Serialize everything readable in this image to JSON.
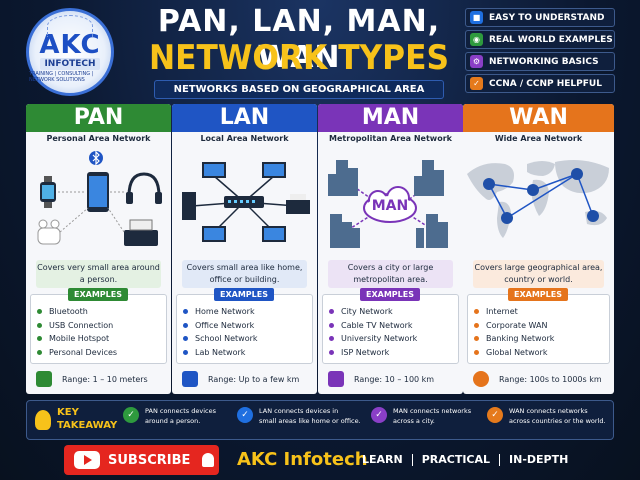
{
  "logo": {
    "brand": "AKC",
    "name": "INFOTECH",
    "tagline": "TRAINING | CONSULTING | NETWORK SOLUTIONS"
  },
  "header": {
    "title_line1": "PAN, LAN, MAN, WAN",
    "title_line2": "NETWORK TYPES",
    "subtitle": "NETWORKS BASED ON GEOGRAPHICAL AREA"
  },
  "badges": [
    {
      "label": "EASY TO UNDERSTAND",
      "icon": "book-icon",
      "color": "#1f6fe0"
    },
    {
      "label": "REAL WORLD EXAMPLES",
      "icon": "globe-icon",
      "color": "#2e9a3e"
    },
    {
      "label": "NETWORKING BASICS",
      "icon": "gear-icon",
      "color": "#8a3fc7"
    },
    {
      "label": "CCNA / CCNP HELPFUL",
      "icon": "check-icon",
      "color": "#e57a1c"
    }
  ],
  "columns": [
    {
      "name": "PAN",
      "full": "Personal Area Network",
      "color": "#2e8a34",
      "light": "#e4f1e3",
      "desc": "Covers very small area around a person.",
      "examples_label": "EXAMPLES",
      "examples": [
        "Bluetooth",
        "USB Connection",
        "Mobile Hotspot",
        "Personal Devices"
      ],
      "range": "Range: 1 – 10 meters",
      "range_icon": "person-icon"
    },
    {
      "name": "LAN",
      "full": "Local Area Network",
      "color": "#1f55c4",
      "light": "#e1e9f7",
      "desc": "Covers small area like home, office or building.",
      "examples_label": "EXAMPLES",
      "examples": [
        "Home Network",
        "Office Network",
        "School Network",
        "Lab Network"
      ],
      "range": "Range: Up to a few km",
      "range_icon": "building-icon"
    },
    {
      "name": "MAN",
      "full": "Metropolitan Area Network",
      "color": "#7a34b8",
      "light": "#ece3f5",
      "desc": "Covers a city or large metropolitan area.",
      "examples_label": "EXAMPLES",
      "examples": [
        "City Network",
        "Cable TV Network",
        "University Network",
        "ISP Network"
      ],
      "range": "Range: 10 – 100 km",
      "range_icon": "city-icon",
      "cloud_label": "MAN"
    },
    {
      "name": "WAN",
      "full": "Wide Area Network",
      "color": "#e5741c",
      "light": "#fbeadd",
      "desc": "Covers large geographical area, country or world.",
      "examples_label": "EXAMPLES",
      "examples": [
        "Internet",
        "Corporate WAN",
        "Banking Network",
        "Global Network"
      ],
      "range": "Range: 100s to 1000s km",
      "range_icon": "globe-icon"
    }
  ],
  "takeaway": {
    "label_line1": "KEY",
    "label_line2": "TAKEAWAY",
    "items": [
      {
        "line1": "PAN connects devices",
        "line2": "around a person.",
        "color": "#2e9a3e"
      },
      {
        "line1": "LAN connects devices in",
        "line2": "small areas like home or office.",
        "color": "#1f6fe0"
      },
      {
        "line1": "MAN connects networks",
        "line2": "across a city.",
        "color": "#8a3fc7"
      },
      {
        "line1": "WAN connects networks",
        "line2": "across countries or the world.",
        "color": "#e57a1c"
      }
    ]
  },
  "footer": {
    "subscribe": "SUBSCRIBE",
    "brand": "AKC Infotech",
    "slogan": [
      "LEARN",
      "PRACTICAL",
      "IN-DEPTH"
    ]
  }
}
